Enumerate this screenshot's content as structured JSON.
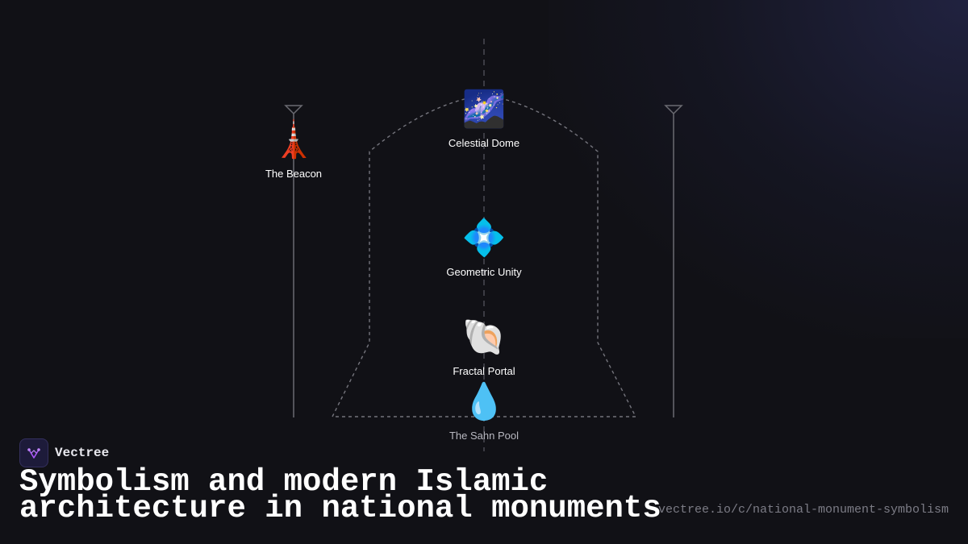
{
  "brand": {
    "name": "Vectree",
    "logo_icon": "vectree-logo-icon",
    "accent": "#a855f7"
  },
  "title_lines": [
    "Symbolism and modern Islamic",
    "architecture in national monuments"
  ],
  "url": "vectree.io/c/national-monument-symbolism",
  "nodes": {
    "beacon": {
      "label": "The Beacon",
      "icon": "🗼"
    },
    "dome": {
      "label": "Celestial Dome",
      "icon": "🌌"
    },
    "unity": {
      "label": "Geometric Unity",
      "icon": "💠"
    },
    "portal": {
      "label": "Fractal Portal",
      "icon": "🐚"
    },
    "pool": {
      "label": "The Sahn Pool",
      "icon": "💧"
    }
  },
  "colors": {
    "background": "#111116",
    "line": "#6b6b72",
    "text": "#ffffff"
  }
}
